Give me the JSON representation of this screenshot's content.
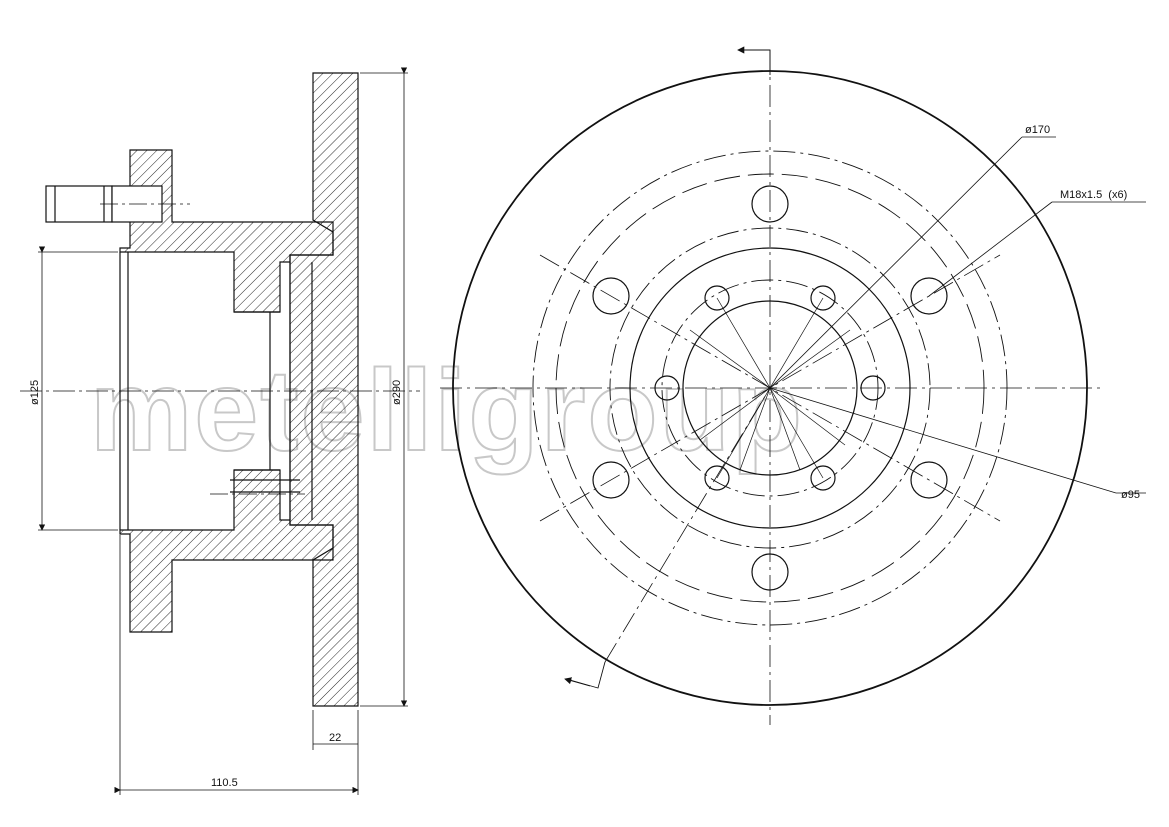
{
  "watermark": "metelligroup",
  "dimensions": {
    "diameter_125": "ø125",
    "diameter_290": "ø290",
    "thickness": "22",
    "height": "110.5",
    "diameter_170": "ø170",
    "thread": "M18x1.5  (x6)",
    "diameter_95": "ø95"
  },
  "colors": {
    "line": "#111111",
    "watermark": "#c8c8c8"
  }
}
